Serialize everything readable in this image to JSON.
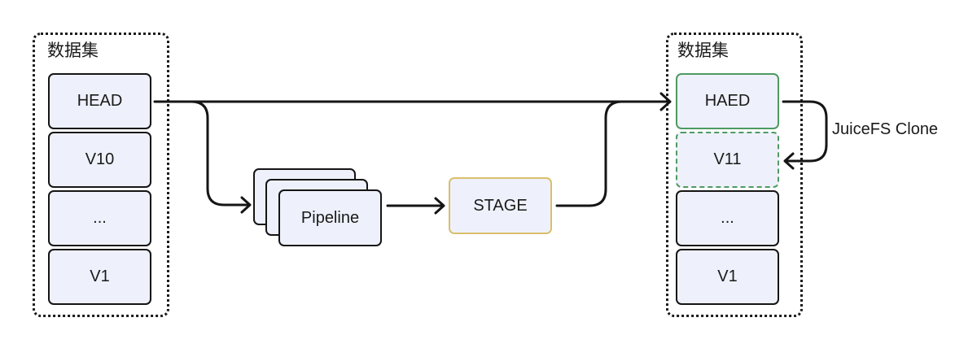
{
  "left_dataset": {
    "title": "数据集",
    "items": [
      "HEAD",
      "V10",
      "...",
      "V1"
    ]
  },
  "pipeline": {
    "label": "Pipeline"
  },
  "stage": {
    "label": "STAGE"
  },
  "right_dataset": {
    "title": "数据集",
    "items": [
      "HAED",
      "V11",
      "...",
      "V1"
    ]
  },
  "clone_label": "JuiceFS Clone",
  "colors": {
    "box_fill": "#eef1fb",
    "border": "#151515",
    "green": "#4e9a62",
    "stage_border": "#d9bf6c"
  }
}
